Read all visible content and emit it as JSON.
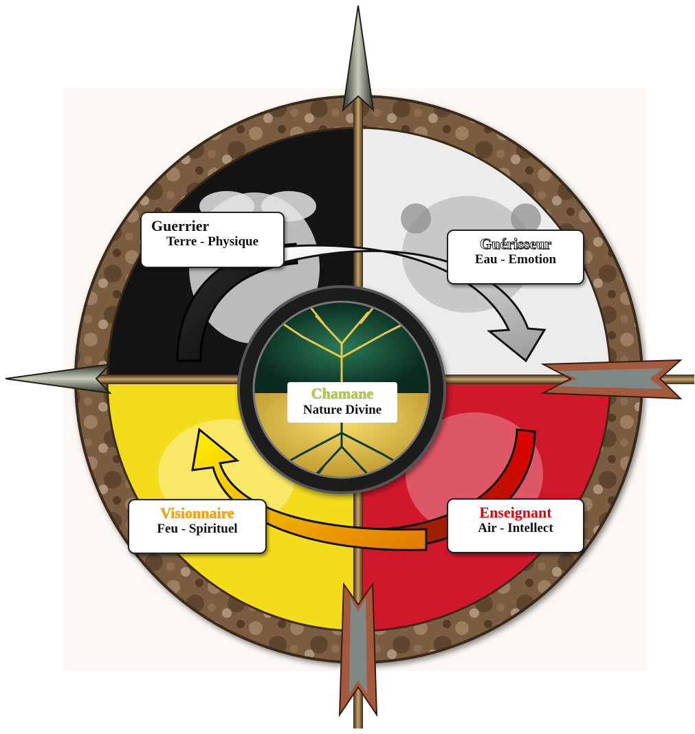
{
  "center": {
    "role": "Chamane",
    "subtitle": "Nature Divine"
  },
  "quadrants": {
    "north_west": {
      "role": "Guerrier",
      "subtitle": "Terre - Physique"
    },
    "north_east": {
      "role": "Guérisseur",
      "subtitle": "Eau - Emotion"
    },
    "south_east": {
      "role": "Enseignant",
      "subtitle": "Air - Intellect"
    },
    "south_west": {
      "role": "Visionnaire",
      "subtitle": "Feu - Spirituel"
    }
  },
  "colors": {
    "guerrier": "#111111",
    "guerisseur": "#ededed",
    "enseignant": "#d0182b",
    "visionnaire": "#f2dc1c",
    "chamane": "#b8c94a",
    "visionnaire_text": "#f2a600",
    "enseignant_text": "#e00000",
    "rim": "#6e5238"
  }
}
